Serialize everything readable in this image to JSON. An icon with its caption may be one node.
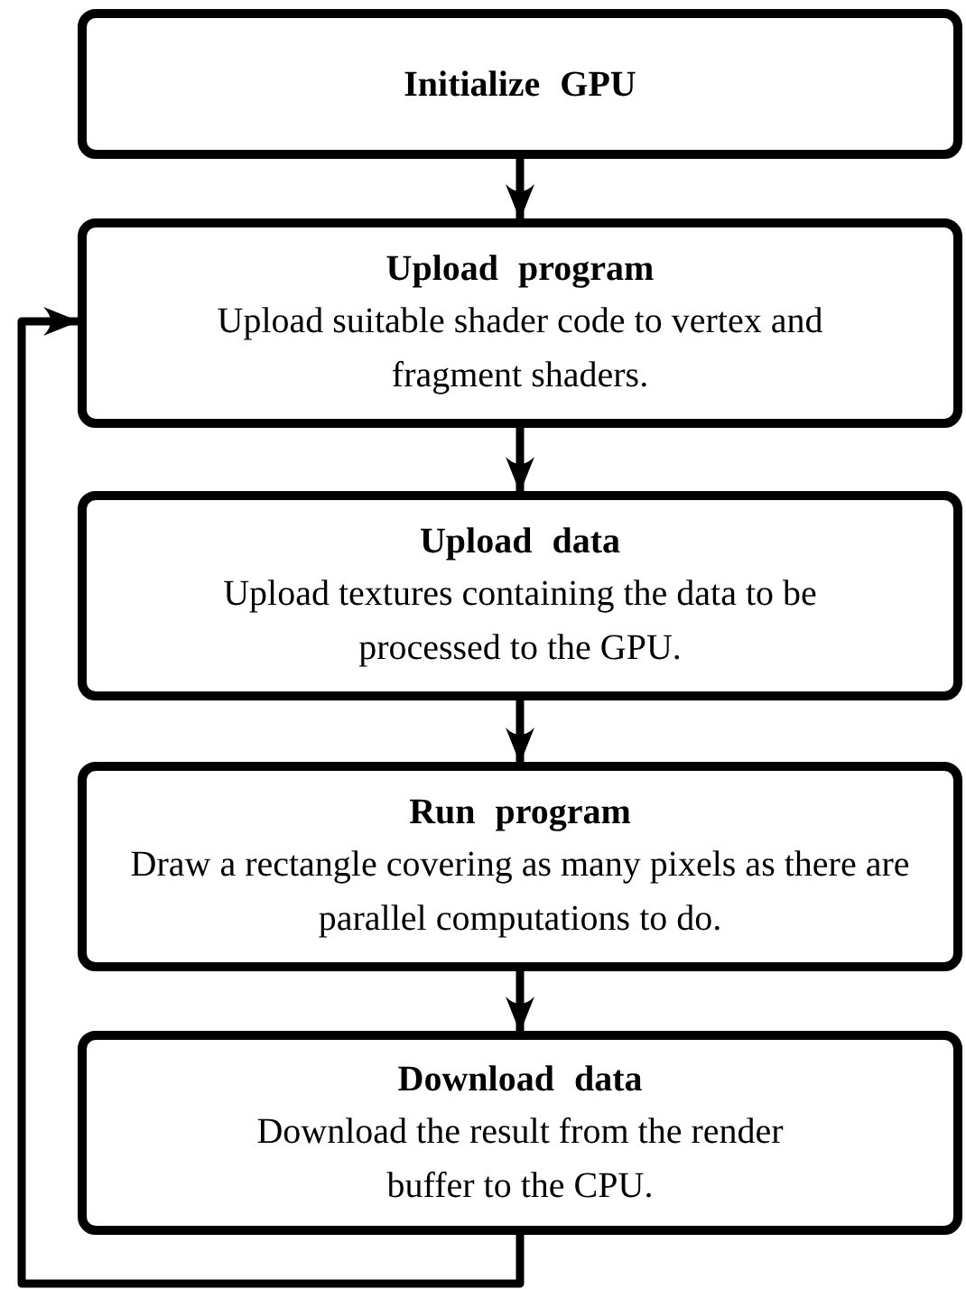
{
  "diagram": {
    "nodes": [
      {
        "text": [
          "Initialize GPU"
        ]
      },
      {
        "text": [
          "Upload program",
          "Upload suitable shader code to vertex and fragment shaders."
        ]
      },
      {
        "text": [
          "Upload data",
          "Upload textures containing the data to be processed to the GPU."
        ]
      },
      {
        "text": [
          "Run program",
          "Draw a rectangle covering as many pixels as there are parallel computations to do."
        ]
      },
      {
        "text": [
          "Download data",
          "Download the result from the render buffer to the CPU."
        ]
      }
    ],
    "edges": [
      {
        "from": 0,
        "to": 1,
        "arrow": "to"
      },
      {
        "from": 1,
        "to": 2,
        "arrow": "to"
      },
      {
        "from": 2,
        "to": 3,
        "arrow": "to"
      },
      {
        "from": 3,
        "to": 4,
        "arrow": "to"
      },
      {
        "from": 4,
        "to": 1,
        "arrow": "to"
      }
    ]
  }
}
